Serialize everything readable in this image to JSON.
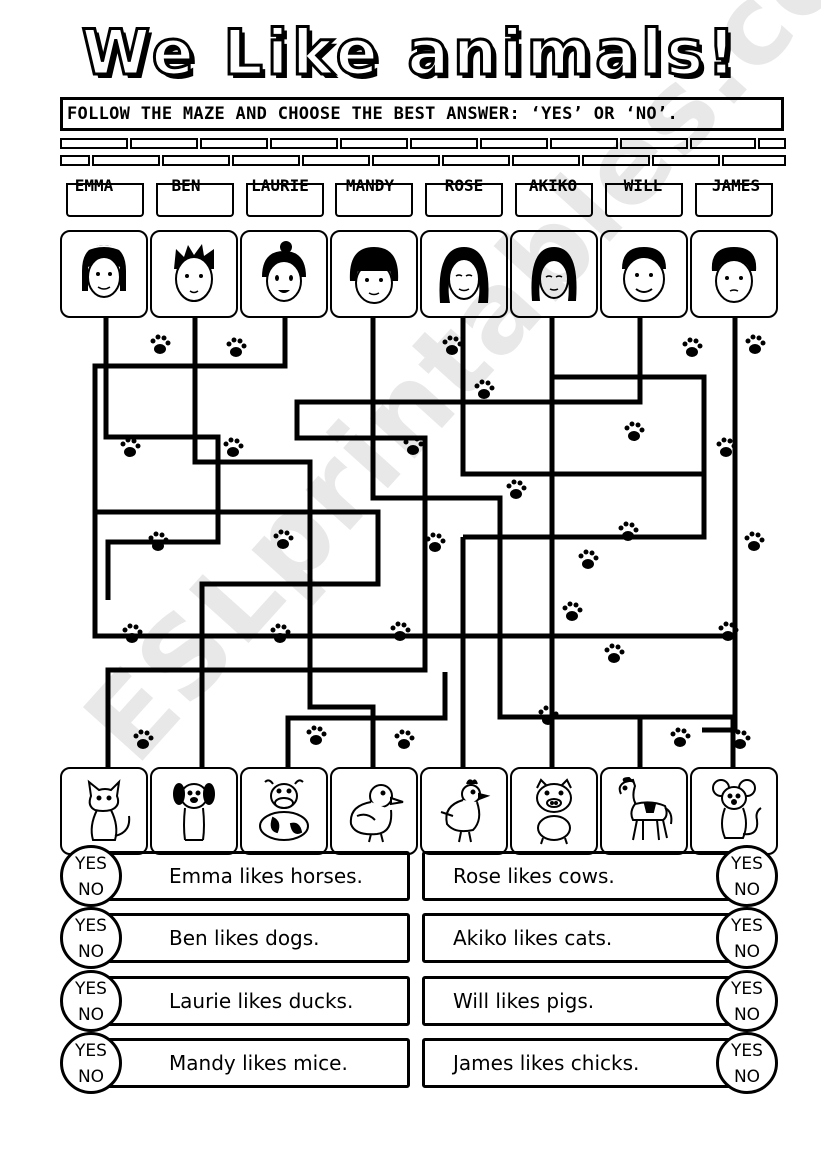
{
  "title": "We Like animals!",
  "instruction": "FOLLOW THE MAZE AND CHOOSE THE BEST ANSWER: ‘YES’ OR ‘NO’.",
  "names": [
    "EMMA",
    "BEN",
    "LAURIE",
    "MANDY",
    "ROSE",
    "AKIKO",
    "WILL",
    "JAMES"
  ],
  "animals": [
    "cat",
    "dog",
    "cow",
    "duck",
    "chick",
    "pig",
    "horse",
    "mouse"
  ],
  "answer_options": {
    "yes": "YES",
    "no": "NO"
  },
  "statements_left": [
    "Emma likes horses.",
    "Ben likes dogs.",
    "Laurie likes ducks.",
    "Mandy likes mice."
  ],
  "statements_right": [
    "Rose likes cows.",
    "Akiko likes cats.",
    "Will likes pigs.",
    "James likes chicks."
  ],
  "watermark": "ESLprintables.com"
}
